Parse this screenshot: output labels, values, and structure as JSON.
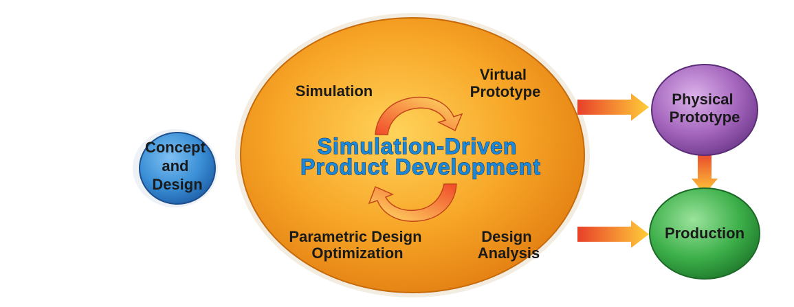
{
  "nodes": {
    "concept_design": {
      "lines": [
        "Concept",
        "and",
        "Design"
      ]
    },
    "simulation": "Simulation",
    "virtual_prototype": {
      "lines": [
        "Virtual",
        "Prototype"
      ]
    },
    "center_title": {
      "lines": [
        "Simulation-Driven",
        "Product Development"
      ]
    },
    "parametric": {
      "lines": [
        "Parametric Design",
        "Optimization"
      ]
    },
    "design_analysis": {
      "lines": [
        "Design",
        "Analysis"
      ]
    },
    "physical_prototype": {
      "lines": [
        "Physical",
        "Prototype"
      ]
    },
    "production": "Production"
  },
  "colors": {
    "central_ellipse": "#f5a020",
    "concept_circle": "#3a8fd6",
    "physical_circle": "#a060b8",
    "production_circle": "#3db04a",
    "arrow_light": "#ffd84a",
    "arrow_dark": "#f0502a",
    "title_fill": "#1e88d8"
  },
  "icons": {
    "cycle": "cycle-arrows-icon",
    "flow": "flow-arrow-icon"
  }
}
